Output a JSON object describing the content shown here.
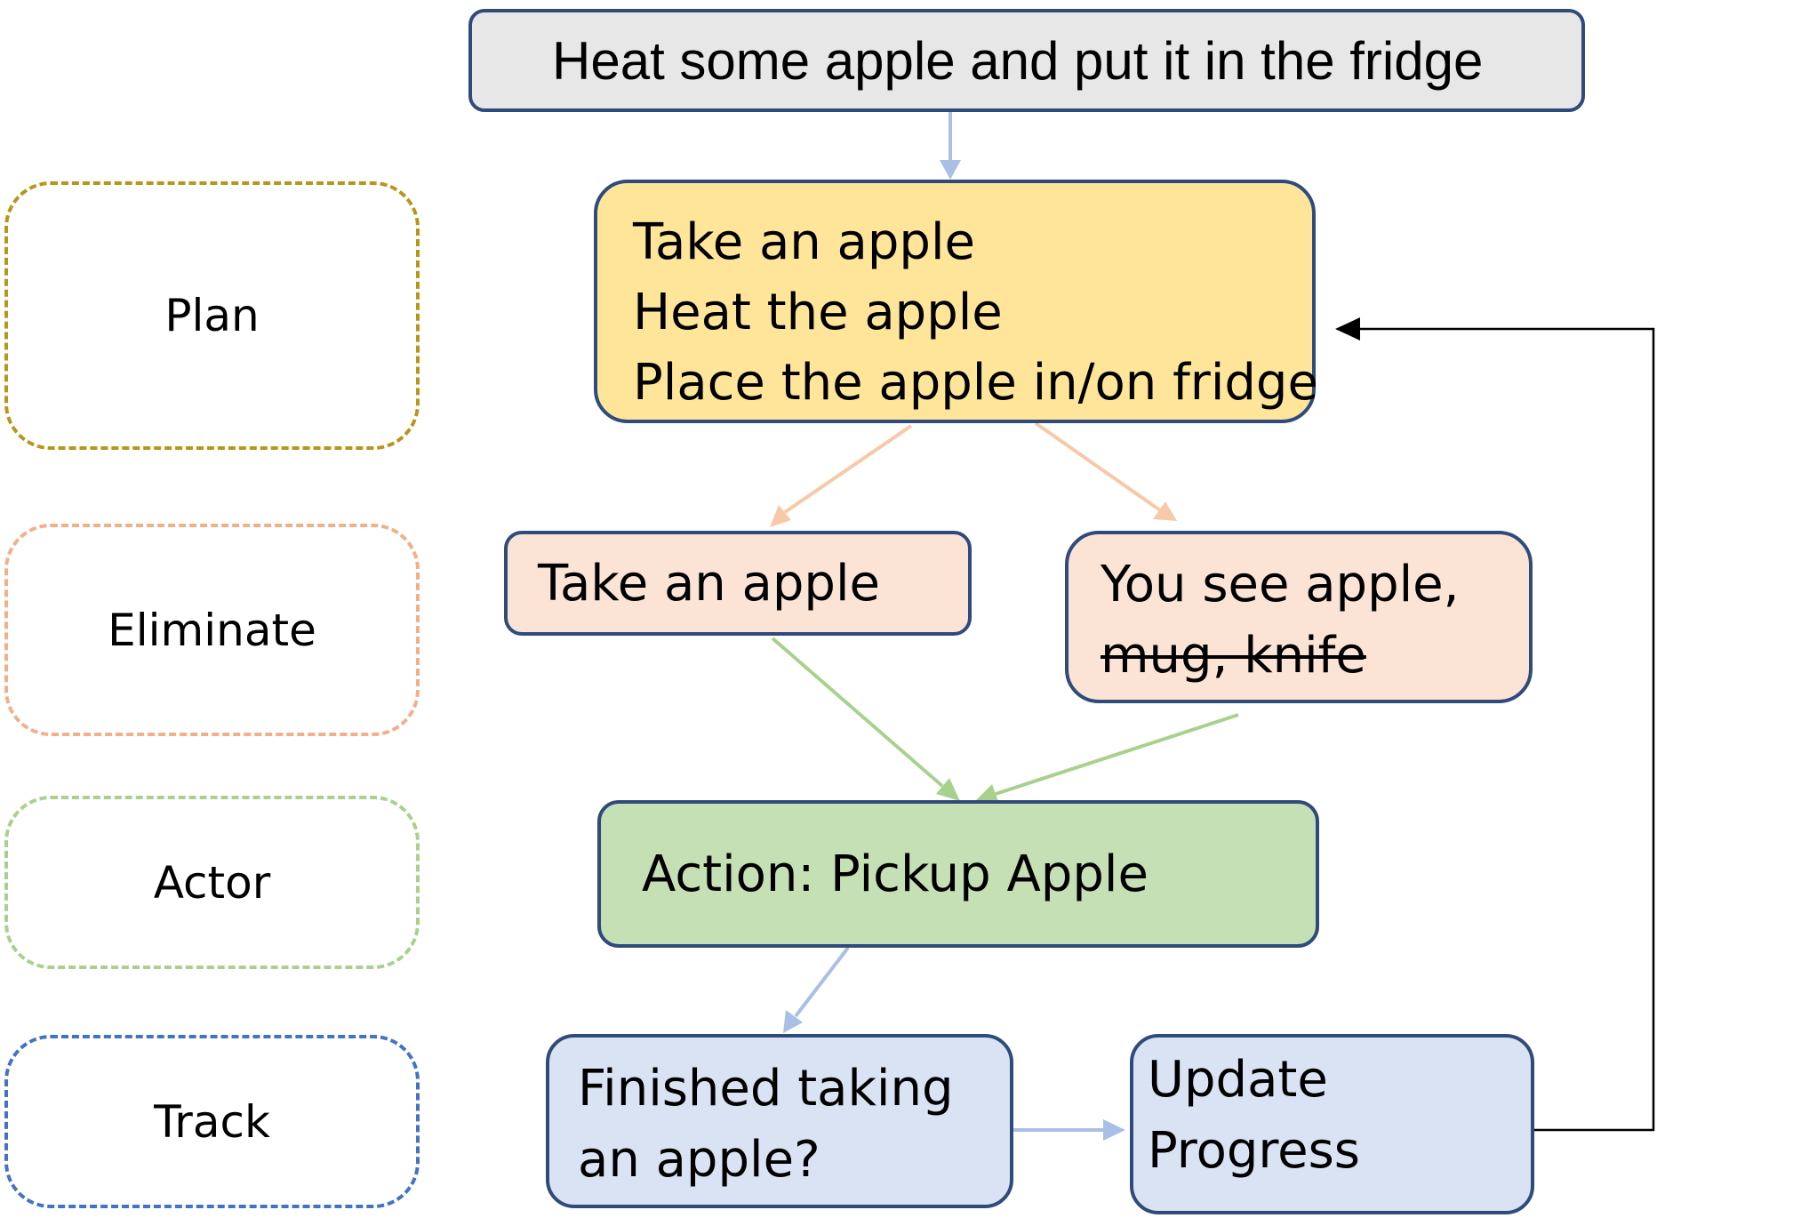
{
  "stages": {
    "plan": "Plan",
    "eliminate": "Eliminate",
    "actor": "Actor",
    "track": "Track"
  },
  "task": "Heat some apple and put it in the fridge",
  "plan_steps": [
    "Take an apple",
    "Heat the apple",
    "Place the apple in/on fridge"
  ],
  "eliminate": {
    "left": "Take an apple",
    "right_line1": "You see apple,",
    "right_line2_struck": "mug, knife"
  },
  "actor": "Action: Pickup Apple",
  "track": {
    "question_line1": "Finished taking",
    "question_line2": "an apple?",
    "update_line1": "Update",
    "update_line2": "Progress"
  },
  "colors": {
    "plan": "#fee599",
    "eliminate": "#fbe4d6",
    "actor": "#c5e0b4",
    "track": "#dae3f3",
    "task": "#e7e7e7",
    "box_border": "#2f4b7c"
  }
}
